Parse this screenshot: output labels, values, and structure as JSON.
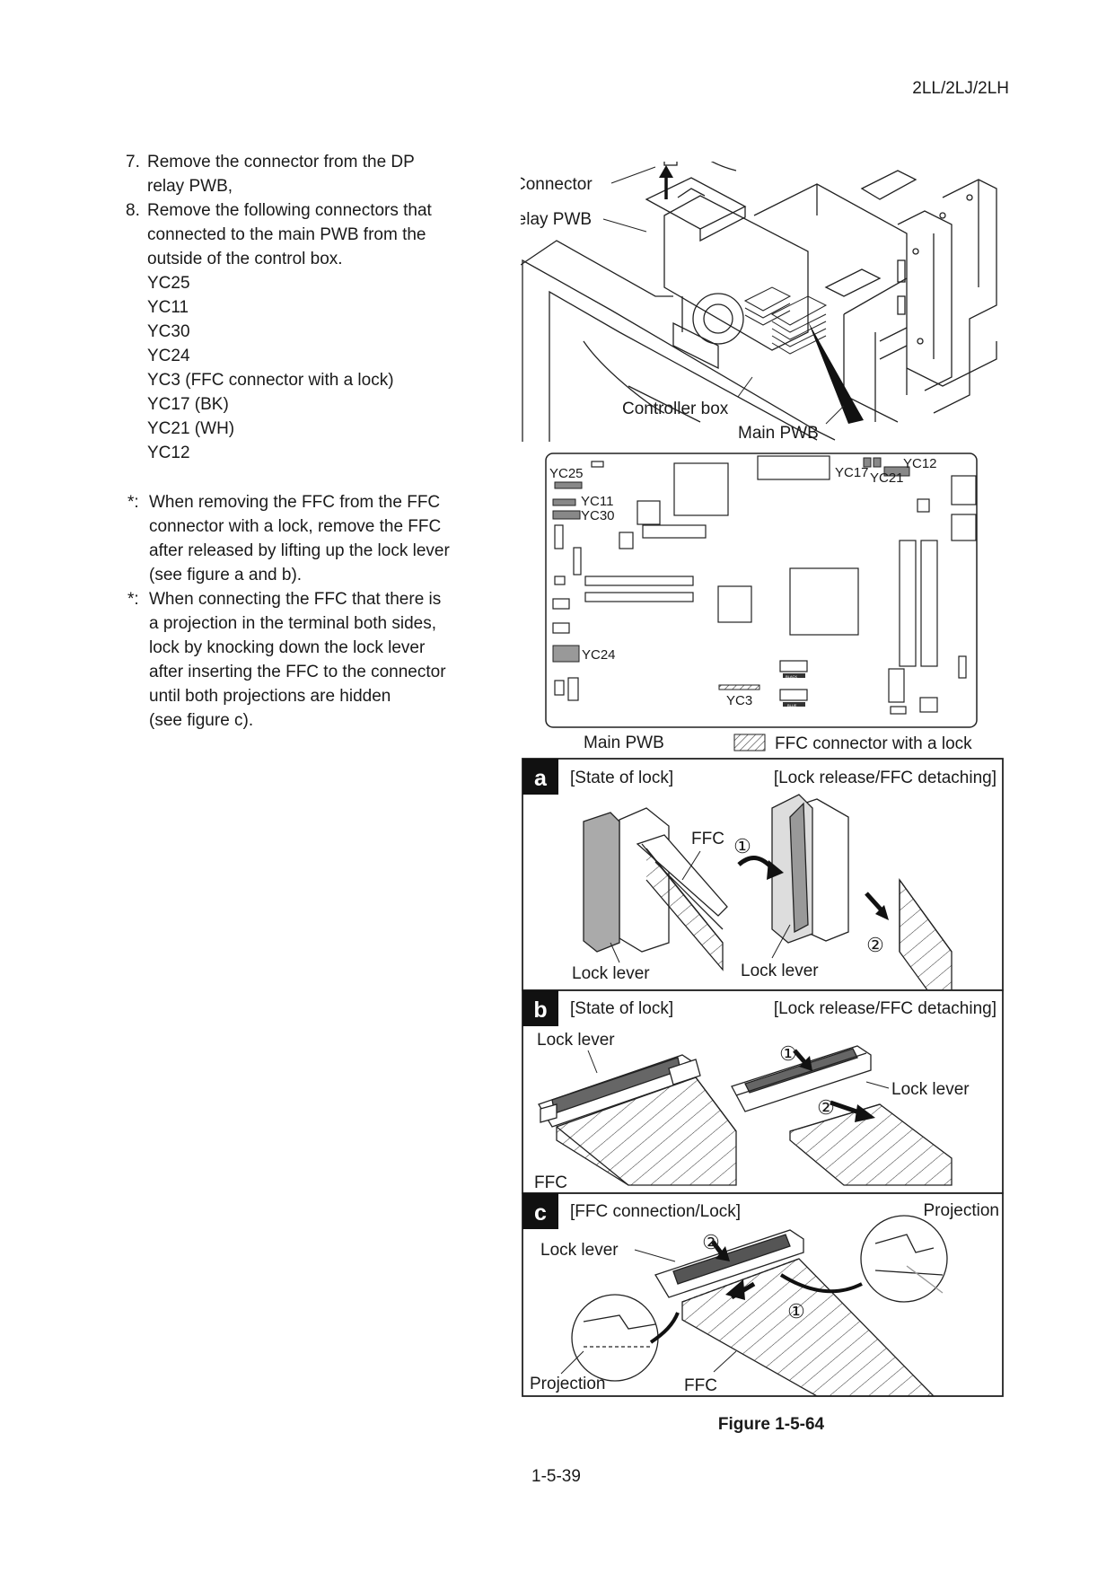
{
  "header": {
    "model_code": "2LL/2LJ/2LH"
  },
  "steps": [
    {
      "number": "7.",
      "lines": [
        "Remove the connector from the DP",
        "relay PWB,"
      ]
    },
    {
      "number": "8.",
      "lines": [
        "Remove the following connectors that",
        "connected to the main PWB from the",
        "outside of the control box."
      ]
    }
  ],
  "connectors_list": [
    "YC25",
    "YC11",
    "YC30",
    "YC24",
    "YC3 (FFC connector with a lock)",
    "YC17 (BK)",
    "YC21 (WH)",
    "YC12"
  ],
  "notes": [
    {
      "mark": "*:",
      "lines": [
        "When removing the FFC from the FFC",
        "connector with a lock, remove the FFC",
        "after released by lifting up the lock lever",
        "(see figure a and b)."
      ]
    },
    {
      "mark": "*:",
      "lines": [
        "When connecting the FFC that there is",
        "a projection in the terminal both sides,",
        "lock by knocking down the lock lever",
        "after inserting the FFC to the connector",
        "until both projections are hidden",
        "(see figure c)."
      ]
    }
  ],
  "figure": {
    "top_labels": {
      "connector": "Connector",
      "dp_relay_pwb": "DP relay PWB",
      "controller_box": "Controller box",
      "main_pwb": "Main PWB"
    },
    "board_labels": {
      "yc25": "YC25",
      "yc11": "YC11",
      "yc30": "YC30",
      "yc24": "YC24",
      "yc3": "YC3",
      "yc17": "YC17",
      "yc21": "YC21",
      "yc12": "YC12",
      "black": "BLACK",
      "blue": "BLUE"
    },
    "board_caption": "Main PWB",
    "legend_text": "FFC connector with a lock",
    "panel_a": {
      "letter": "a",
      "left_title": "[State of lock]",
      "right_title": "[Lock release/FFC detaching]",
      "ffc": "FFC",
      "lock_lever_left": "Lock lever",
      "lock_lever_right": "Lock lever",
      "step1": "①",
      "step2": "②"
    },
    "panel_b": {
      "letter": "b",
      "left_title": "[State of lock]",
      "right_title": "[Lock release/FFC detaching]",
      "lock_lever_left": "Lock lever",
      "lock_lever_right": "Lock lever",
      "ffc": "FFC",
      "step1": "①",
      "step2": "②"
    },
    "panel_c": {
      "letter": "c",
      "title": "[FFC connection/Lock]",
      "lock_lever": "Lock lever",
      "projection_right": "Projection",
      "projection_left": "Projection",
      "ffc": "FFC",
      "step1": "①",
      "step2": "②"
    }
  },
  "caption": "Figure 1-5-64",
  "page_number": "1-5-39"
}
